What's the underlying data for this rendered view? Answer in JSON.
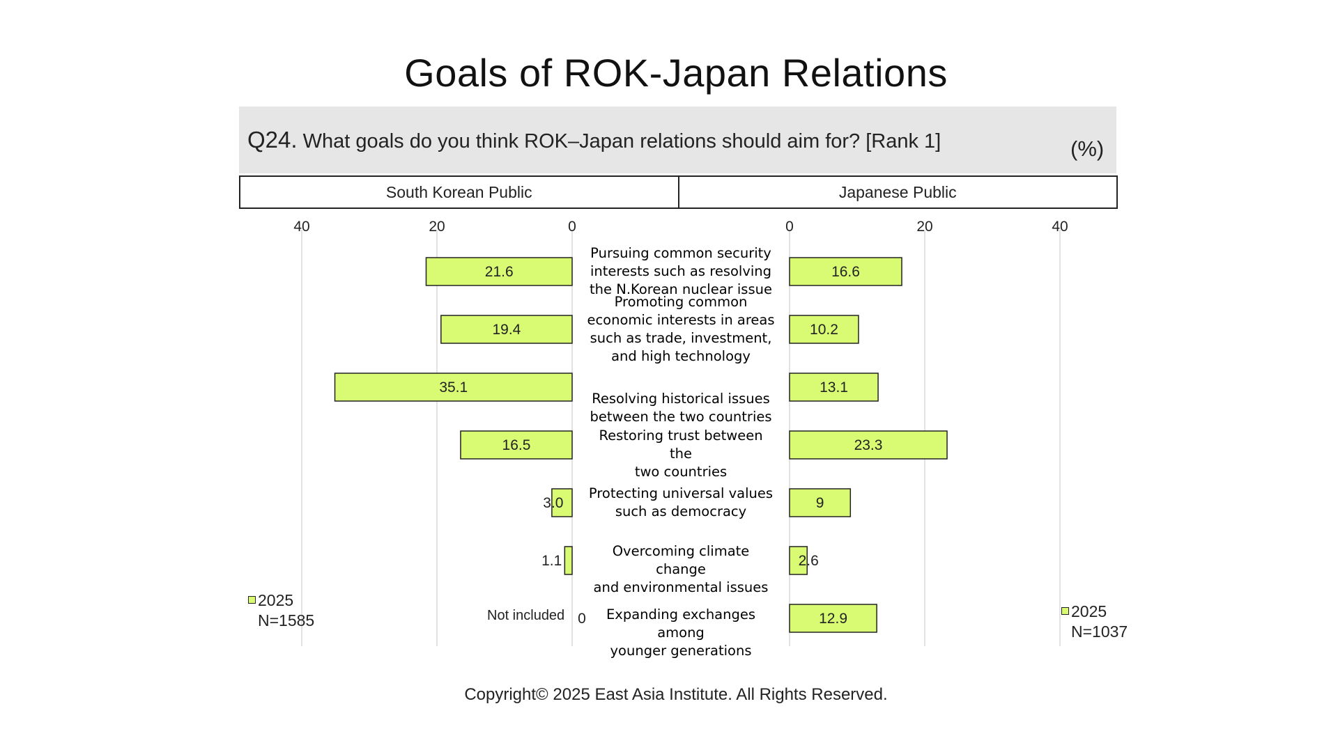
{
  "title": "Goals of ROK-Japan Relations",
  "question": {
    "number": "Q24.",
    "text": "What goals do you think ROK–Japan relations should aim for? [Rank 1]",
    "unit": "(%)"
  },
  "panels": {
    "left_header": "South Korean Public",
    "right_header": "Japanese Public"
  },
  "legend": {
    "left": {
      "year": "2025",
      "n": "N=1585"
    },
    "right": {
      "year": "2025",
      "n": "N=1037"
    }
  },
  "not_included_note": "Not included",
  "copyright": "Copyright© 2025 East Asia Institute. All Rights Reserved.",
  "colors": {
    "bar_fill": "#d9fb73",
    "bar_stroke": "#222222",
    "grid": "#d9d9d9"
  },
  "chart_data": {
    "type": "bar",
    "orientation": "horizontal-butterfly",
    "categories": [
      "Pursuing common security interests such as resolving the N.Korean nuclear issue",
      "Promoting common economic interests in areas such as trade, investment, and high technology",
      "Resolving historical issues between the two countries",
      "Restoring trust between the two countries",
      "Protecting universal values such as democracy",
      "Overcoming climate change and environmental issues",
      "Expanding exchanges among younger generations"
    ],
    "category_lines": [
      [
        "Pursuing common security",
        "interests such as resolving",
        "the N.Korean nuclear issue"
      ],
      [
        "Promoting common",
        "economic interests in areas",
        "such as trade, investment,",
        "and high technology"
      ],
      [
        "Resolving historical issues",
        "between the two countries"
      ],
      [
        "Restoring trust between the",
        "two countries"
      ],
      [
        "Protecting universal values",
        "such as democracy"
      ],
      [
        "Overcoming climate change",
        "and environmental issues"
      ],
      [
        "Expanding exchanges among",
        "younger generations"
      ]
    ],
    "series": [
      {
        "panel": "South Korean Public",
        "year": "2025",
        "values": [
          21.6,
          19.4,
          35.1,
          16.5,
          3.0,
          1.1,
          0
        ],
        "labels": [
          "21.6",
          "19.4",
          "35.1",
          "16.5",
          "3.0",
          "1.1",
          "0"
        ]
      },
      {
        "panel": "Japanese Public",
        "year": "2025",
        "values": [
          16.6,
          10.2,
          13.1,
          23.3,
          9,
          2.6,
          12.9
        ],
        "labels": [
          "16.6",
          "10.2",
          "13.1",
          "23.3",
          "9",
          "2.6",
          "12.9"
        ]
      }
    ],
    "x_ticks": [
      0,
      20,
      40
    ],
    "x_tick_labels": [
      "0",
      "20",
      "40"
    ],
    "xlim": [
      0,
      40
    ],
    "grid": true
  }
}
